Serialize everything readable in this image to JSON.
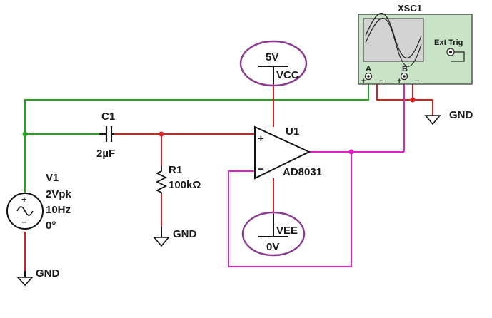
{
  "oscilloscope": {
    "ref": "XSC1",
    "ext_trig_label": "Ext Trig",
    "channel_a_label": "A",
    "channel_b_label": "B",
    "plus_sign": "+",
    "minus_sign": "−"
  },
  "vcc_source": {
    "voltage": "5V",
    "net": "VCC"
  },
  "vee_source": {
    "voltage": "0V",
    "net": "VEE"
  },
  "capacitor": {
    "ref": "C1",
    "value": "2µF"
  },
  "resistor": {
    "ref": "R1",
    "value": "100kΩ"
  },
  "opamp": {
    "ref": "U1",
    "model": "AD8031",
    "plus_input": "+",
    "minus_input": "−"
  },
  "voltage_source": {
    "ref": "V1",
    "amplitude": "2Vpk",
    "frequency": "10Hz",
    "phase": "0°",
    "plus_sign": "+",
    "minus_sign": "−"
  },
  "grounds": {
    "label": "GND"
  },
  "colors": {
    "green_wire": "#22a51a",
    "red_wire": "#d42020",
    "magenta_wire": "#e020c8",
    "highlight_circle": "#8a3d8e",
    "component": "#111111",
    "scope_body": "#c9e3c6",
    "scope_screen": "#d3d3d3"
  }
}
